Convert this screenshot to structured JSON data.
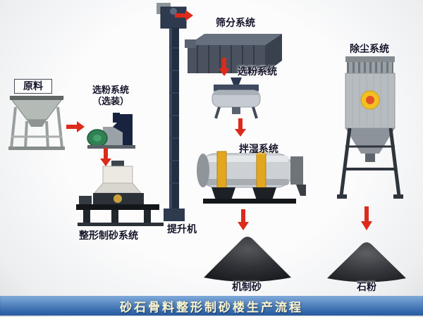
{
  "banner": {
    "title": "砂石骨料整形制砂楼生产流程"
  },
  "nodes": {
    "raw_material": {
      "label": "原料"
    },
    "optional_classifier": {
      "label_line1": "选粉系统",
      "label_line2": "（选装）"
    },
    "shaping": {
      "label": "整形制砂系统"
    },
    "elevator": {
      "label": "提升机"
    },
    "screening": {
      "label": "筛分系统"
    },
    "classifier": {
      "label": "选粉系统"
    },
    "wetting": {
      "label": "拌湿系统"
    },
    "dust_removal": {
      "label": "除尘系统"
    },
    "machine_sand": {
      "label": "机制砂"
    },
    "stone_powder": {
      "label": "石粉"
    }
  },
  "flow_arrows": [
    {
      "from": "原料",
      "to": "选粉系统（选装）",
      "direction": "right"
    },
    {
      "from": "选粉系统（选装）",
      "to": "整形制砂系统",
      "direction": "down"
    },
    {
      "from": "提升机",
      "to": "筛分系统",
      "direction": "right"
    },
    {
      "from": "筛分系统",
      "to": "选粉系统",
      "direction": "down"
    },
    {
      "from": "选粉系统",
      "to": "拌湿系统",
      "direction": "down"
    },
    {
      "from": "拌湿系统",
      "to": "机制砂",
      "direction": "down"
    },
    {
      "from": "除尘系统",
      "to": "石粉",
      "direction": "down"
    }
  ],
  "colors": {
    "arrow": "#dc2b1c",
    "label": "#14142a",
    "banner-from": "#7fa9d9",
    "banner-to": "#2f63a8",
    "banner-text": "#fdf7cf"
  }
}
